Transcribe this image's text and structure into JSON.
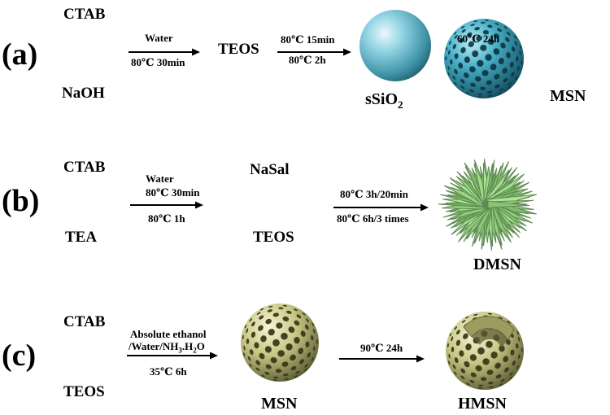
{
  "rows": [
    {
      "panel": "(a)",
      "reagents": [
        "CTAB",
        "NaOH"
      ],
      "step1": {
        "above": [
          "Water"
        ],
        "below": [
          "80℃ 30min"
        ]
      },
      "intermediate": "TEOS",
      "step2": {
        "above": [
          "80℃ 15min"
        ],
        "below": [
          "80℃ 2h"
        ]
      },
      "product1": {
        "label_main": "sSiO",
        "label_sub": "2"
      },
      "step3": {
        "above": [
          "60℃ 24h"
        ],
        "below": []
      },
      "product2": {
        "label": "MSN"
      }
    },
    {
      "panel": "(b)",
      "reagents": [
        "CTAB",
        "TEA"
      ],
      "step1": {
        "above": [
          "Water",
          "80℃ 30min"
        ],
        "below": [
          "80℃ 1h"
        ]
      },
      "intermediate_top": "NaSal",
      "intermediate_bottom": "TEOS",
      "step2": {
        "above": [
          "80℃ 3h/20min"
        ],
        "below": [
          "80℃ 6h/3 times"
        ]
      },
      "product": {
        "label": "DMSN"
      }
    },
    {
      "panel": "(c)",
      "reagents": [
        "CTAB",
        "TEOS"
      ],
      "step1": {
        "above_line1": "Absolute ethanol",
        "above_line2_parts": [
          "/Water/NH",
          "3",
          ".H",
          "2",
          "O"
        ],
        "below": [
          "35℃ 6h"
        ]
      },
      "product1": {
        "label": "MSN"
      },
      "step2": {
        "above": [
          "90℃ 24h"
        ],
        "below": []
      },
      "product2": {
        "label": "HMSN"
      }
    }
  ],
  "colors": {
    "text": "#000000",
    "ssio2_sphere": "#7ec8d8",
    "msn_blue_sphere": "#3a9fb8",
    "dmsn_spikes": "#9fc48a",
    "msn_olive_sphere": "#c9c98a",
    "hmsn_shell": "#bfbf7d"
  }
}
